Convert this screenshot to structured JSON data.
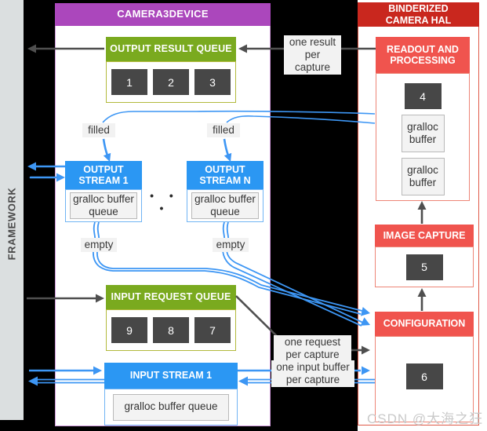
{
  "framework": {
    "label": "FRAMEWORK"
  },
  "camera3device": {
    "title": "CAMERA3DEVICE",
    "output_result_queue": {
      "title": "OUTPUT RESULT QUEUE",
      "slots": [
        "1",
        "2",
        "3"
      ]
    },
    "output_stream_1": {
      "title": "OUTPUT STREAM 1",
      "buffer": "gralloc buffer queue"
    },
    "output_stream_n": {
      "title": "OUTPUT STREAM N",
      "buffer": "gralloc buffer queue"
    },
    "ellipsis": "• • •",
    "input_request_queue": {
      "title": "INPUT REQUEST QUEUE",
      "slots": [
        "9",
        "8",
        "7"
      ]
    },
    "input_stream_1": {
      "title": "INPUT STREAM 1",
      "buffer": "gralloc buffer queue"
    }
  },
  "binderized_hal": {
    "title": "BINDERIZED CAMERA HAL",
    "readout": {
      "title": "READOUT AND PROCESSING",
      "slot": "4",
      "buffers": [
        "gralloc buffer",
        "gralloc buffer"
      ]
    },
    "image_capture": {
      "title": "IMAGE CAPTURE",
      "slot": "5"
    },
    "configuration": {
      "title": "CONFIGURATION",
      "slot": "6"
    }
  },
  "annotations": {
    "one_result": "one result\nper capture",
    "filled_left": "filled",
    "filled_right": "filled",
    "empty_left": "empty",
    "empty_right": "empty",
    "one_request": "one request\nper capture",
    "one_input_buffer": "one input buffer\nper capture"
  },
  "watermark": "CSDN @大海之狂",
  "colors": {
    "purple_header": "#ab47bc",
    "purple_border": "#cf98da",
    "green_header": "#7aaa1f",
    "green_border": "#b2ba3c",
    "blue_header": "#2b97f3",
    "blue_border": "#70b4f4",
    "arrow_blue": "#3d96f4",
    "dark_red_header": "#c9271e",
    "light_red_header": "#f0544e",
    "red_border": "#ed8577",
    "slot_box": "#474747",
    "arrow_dark": "#4f4f4f",
    "framework_strip": "#dbdfe0",
    "label_bg": "#f2f2f2",
    "background": "#000000"
  }
}
